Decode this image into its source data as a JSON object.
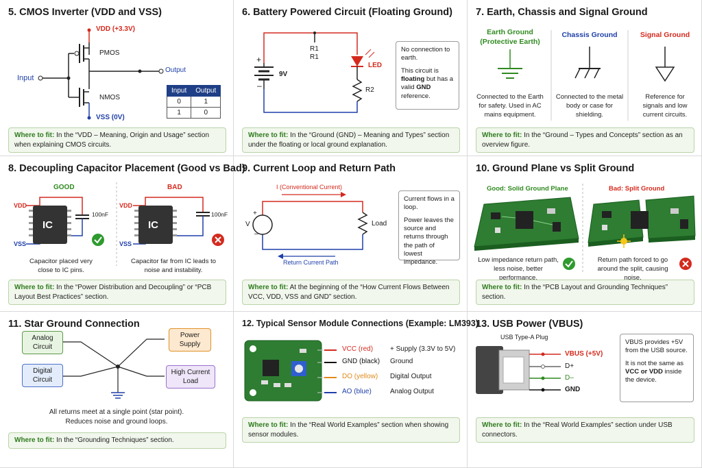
{
  "fit_label": "Where to fit:",
  "p5": {
    "title": "5. CMOS Inverter (VDD and VSS)",
    "vdd": "VDD (+3.3V)",
    "pmos": "PMOS",
    "nmos": "NMOS",
    "input": "Input",
    "output": "Output",
    "vss": "VSS (0V)",
    "table": {
      "headers": [
        "Input",
        "Output"
      ],
      "rows": [
        [
          "0",
          "1"
        ],
        [
          "1",
          "0"
        ]
      ]
    },
    "fit": "In the “VDD – Meaning, Origin and Usage” section when explaining CMOS circuits."
  },
  "p6": {
    "title": "6. Battery Powered Circuit (Floating Ground)",
    "r1a": "R1",
    "r1b": "R1",
    "led": "LED",
    "r2": "R2",
    "volt": "9V",
    "plus": "+",
    "minus": "–",
    "note1": "No connection to earth.",
    "note2a": "This circuit is ",
    "note2b": "floating",
    "note2c": " but has a valid ",
    "note2d": "GND",
    "note2e": " reference.",
    "fit": "In the “Ground (GND) – Meaning and Types” section under the floating or local ground explanation."
  },
  "p7": {
    "title": "7. Earth, Chassis and Signal Ground",
    "earth": "Earth Ground (Protective Earth)",
    "chassis": "Chassis Ground",
    "signal": "Signal Ground",
    "earth_desc": "Connected to the Earth for safety. Used in AC mains equipment.",
    "chassis_desc": "Connected to the metal body or case for shielding.",
    "signal_desc": "Reference for signals and low current circuits.",
    "fit": "In the “Ground – Types and Concepts” section as an overview figure."
  },
  "p8": {
    "title": "8. Decoupling Capacitor Placement (Good vs Bad)",
    "good": "GOOD",
    "bad": "BAD",
    "vdd": "VDD",
    "vss": "VSS",
    "ic": "IC",
    "cap": "100nF",
    "good_desc": "Capacitor placed very close to IC pins.",
    "bad_desc": "Capacitor far from IC leads to noise and instability.",
    "fit": "In the “Power Distribution and Decoupling” or “PCB Layout Best Practices” section."
  },
  "p9": {
    "title": "9. Current Loop and Return Path",
    "conv": "I (Conventional Current)",
    "ret": "Return Current Path",
    "v": "V",
    "load": "Load",
    "plus": "+",
    "minus": "–",
    "note1": "Current flows in a loop.",
    "note2": "Power leaves the source and returns through the path of lowest impedance.",
    "fit": "At the beginning of the “How Current Flows Between VCC, VDD, VSS and GND” section."
  },
  "p10": {
    "title": "10. Ground Plane vs Split Ground",
    "good": "Good: Solid Ground Plane",
    "bad": "Bad: Split Ground",
    "good_desc": "Low impedance return path, less noise, better performance.",
    "bad_desc": "Return path forced to go around the split, causing noise.",
    "fit": "In the “PCB Layout and Grounding Techniques” section."
  },
  "p11": {
    "title": "11. Star Ground Connection",
    "analog": "Analog Circuit",
    "power": "Power Supply",
    "digital": "Digital Circuit",
    "hc": "High Current Load",
    "desc1": "All returns meet at a single point (star point).",
    "desc2": "Reduces noise and ground loops.",
    "fit": "In the “Grounding Techniques” section."
  },
  "p12": {
    "title": "12. Typical Sensor Module Connections (Example: LM393)",
    "pins": [
      {
        "name": "VCC",
        "color": "(red)",
        "desc": "+ Supply (3.3V to 5V)"
      },
      {
        "name": "GND",
        "color": "(black)",
        "desc": "Ground"
      },
      {
        "name": "DO",
        "color": "(yellow)",
        "desc": "Digital Output"
      },
      {
        "name": "AO",
        "color": "(blue)",
        "desc": "Analog Output"
      }
    ],
    "fit": "In the “Real World Examples” section when showing sensor modules."
  },
  "p13": {
    "title": "13. USB Power (VBUS)",
    "plug": "USB Type-A Plug",
    "vbus": "VBUS (+5V)",
    "dplus": "D+",
    "dminus": "D–",
    "gnd": "GND",
    "note1": "VBUS provides +5V from the USB source.",
    "note2a": "It is not the same as ",
    "note2b": "VCC or VDD",
    "note2c": " inside the device.",
    "fit": "In the “Real World Examples” section under USB connectors."
  },
  "colors": {
    "red": "#d42a1e",
    "blue": "#1f3fa8",
    "green": "#2f8a1f",
    "orange": "#e08a1a",
    "pcb": "#2e7d32"
  }
}
